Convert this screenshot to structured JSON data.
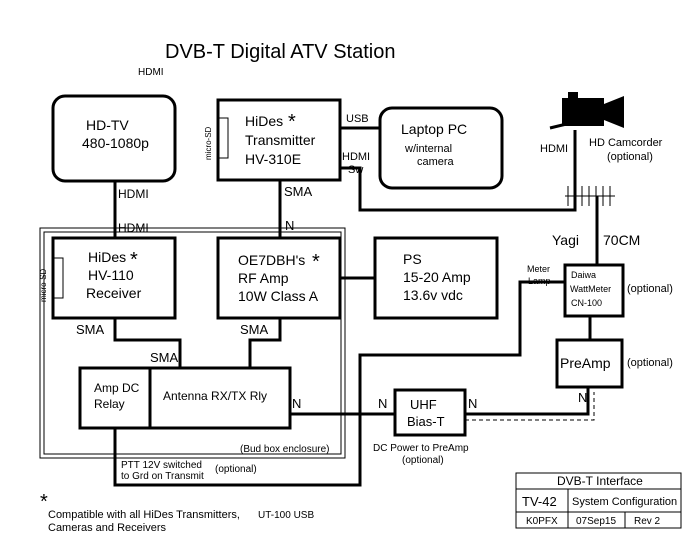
{
  "title": "DVB-T Digital ATV Station",
  "hdmi_note": "HDMI",
  "hdtv": {
    "line1": "HD-TV",
    "line2": "480-1080p"
  },
  "transmitter": {
    "line1": "HiDes",
    "line2": "Transmitter",
    "line3": "HV-310E",
    "star": "*",
    "sd_label": "micro-SD"
  },
  "laptop": {
    "line1": "Laptop PC",
    "line2": "w/internal",
    "line3": "camera"
  },
  "camcorder": {
    "line1": "HD Camcorder",
    "line2": "(optional)"
  },
  "receiver": {
    "line1": "HiDes",
    "line2": "HV-110",
    "line3": "Receiver",
    "star": "*",
    "sd_label": "micro-SD"
  },
  "rf_amp": {
    "line1": "OE7DBH's",
    "line2": "RF Amp",
    "line3": "10W Class A",
    "star": "*"
  },
  "ps": {
    "line1": "PS",
    "line2": "15-20 Amp",
    "line3": "13.6v vdc"
  },
  "yagi": {
    "label": "Yagi",
    "band": "70CM"
  },
  "meter": {
    "line1": "Daiwa",
    "line2": "WattMeter",
    "line3": "CN-100",
    "optional": "(optional)",
    "lamp1": "Meter",
    "lamp2": "Lamp"
  },
  "preamp": {
    "label": "PreAmp",
    "optional": "(optional)"
  },
  "relay": {
    "amp_line1": "Amp DC",
    "amp_line2": "Relay",
    "ant": "Antenna RX/TX Rly"
  },
  "bias_t": {
    "line1": "UHF",
    "line2": "Bias-T",
    "note1": "DC Power to PreAmp",
    "note2": "(optional)"
  },
  "connectors": {
    "hdmi_tv": "HDMI",
    "hdmi_rx": "HDMI",
    "usb": "USB",
    "hdmi_sw1": "HDMI",
    "hdmi_sw2": "Sw",
    "hdmi_cam": "HDMI",
    "sma_tx": "SMA",
    "n_amp_top": "N",
    "sma_amp": "SMA",
    "sma_rx": "SMA",
    "sma_relay": "SMA",
    "n_relay": "N",
    "n_bias_in": "N",
    "n_bias_out": "N",
    "n_preamp": "N"
  },
  "enclosure": "(Bud box enclosure)",
  "ptt": {
    "line1": "PTT 12V switched",
    "line2": "to Grd on Transmit",
    "optional": "(optional)"
  },
  "footnote": {
    "star": "*",
    "line1": "Compatible with all HiDes Transmitters,",
    "line1b": "UT-100 USB",
    "line2": "Cameras and Receivers"
  },
  "title_block": {
    "name": "DVB-T Interface",
    "number": "TV-42",
    "desc": "System Configuration",
    "callsign": "K0PFX",
    "date": "07Sep15",
    "rev": "Rev 2"
  }
}
